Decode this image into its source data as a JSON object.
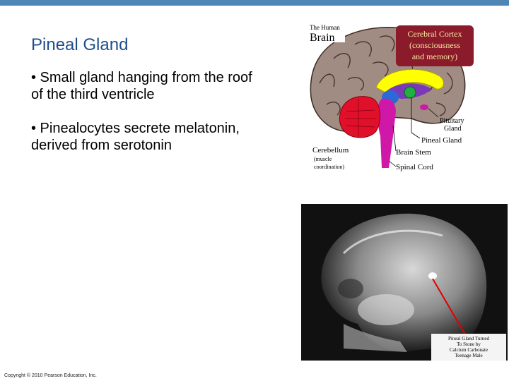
{
  "slide": {
    "title": "Pineal Gland",
    "bullets": [
      "• Small gland hanging from the roof of the third ventricle",
      "• Pinealocytes secrete melatonin, derived from serotonin"
    ],
    "copyright": "Copyright © 2010 Pearson Education, Inc."
  },
  "brain_figure": {
    "heading_small": "The Human",
    "heading_large": "Brain",
    "cortex_label": [
      "Cerebral Cortex",
      "(consciousness",
      "and memory)"
    ],
    "pituitary_label": [
      "Pituitary",
      "Gland"
    ],
    "pineal_label": "Pineal Gland",
    "cerebellum_label": "Cerebellum",
    "cerebellum_sub": [
      "(muscle",
      "coordination)"
    ],
    "brainstem_label": "Brain Stem",
    "spinalcord_label": "Spinal Cord"
  },
  "xray_figure": {
    "caption": [
      "Pineal Gland Turned",
      "To Stone by",
      "Calcium Carbonate",
      "Teenage Male"
    ]
  },
  "colors": {
    "topbar": "#4f86b6",
    "title": "#1f4e8c",
    "cortex": "#a08c82",
    "cortex_label_bg": "#8b1a2a",
    "cortex_label_text": "#f5e6a0",
    "cerebellum": "#e0102a",
    "brainstem": "#d018a8",
    "thalamus": "#ffff00",
    "pineal": "#20b040",
    "arrow": "#e00000"
  }
}
